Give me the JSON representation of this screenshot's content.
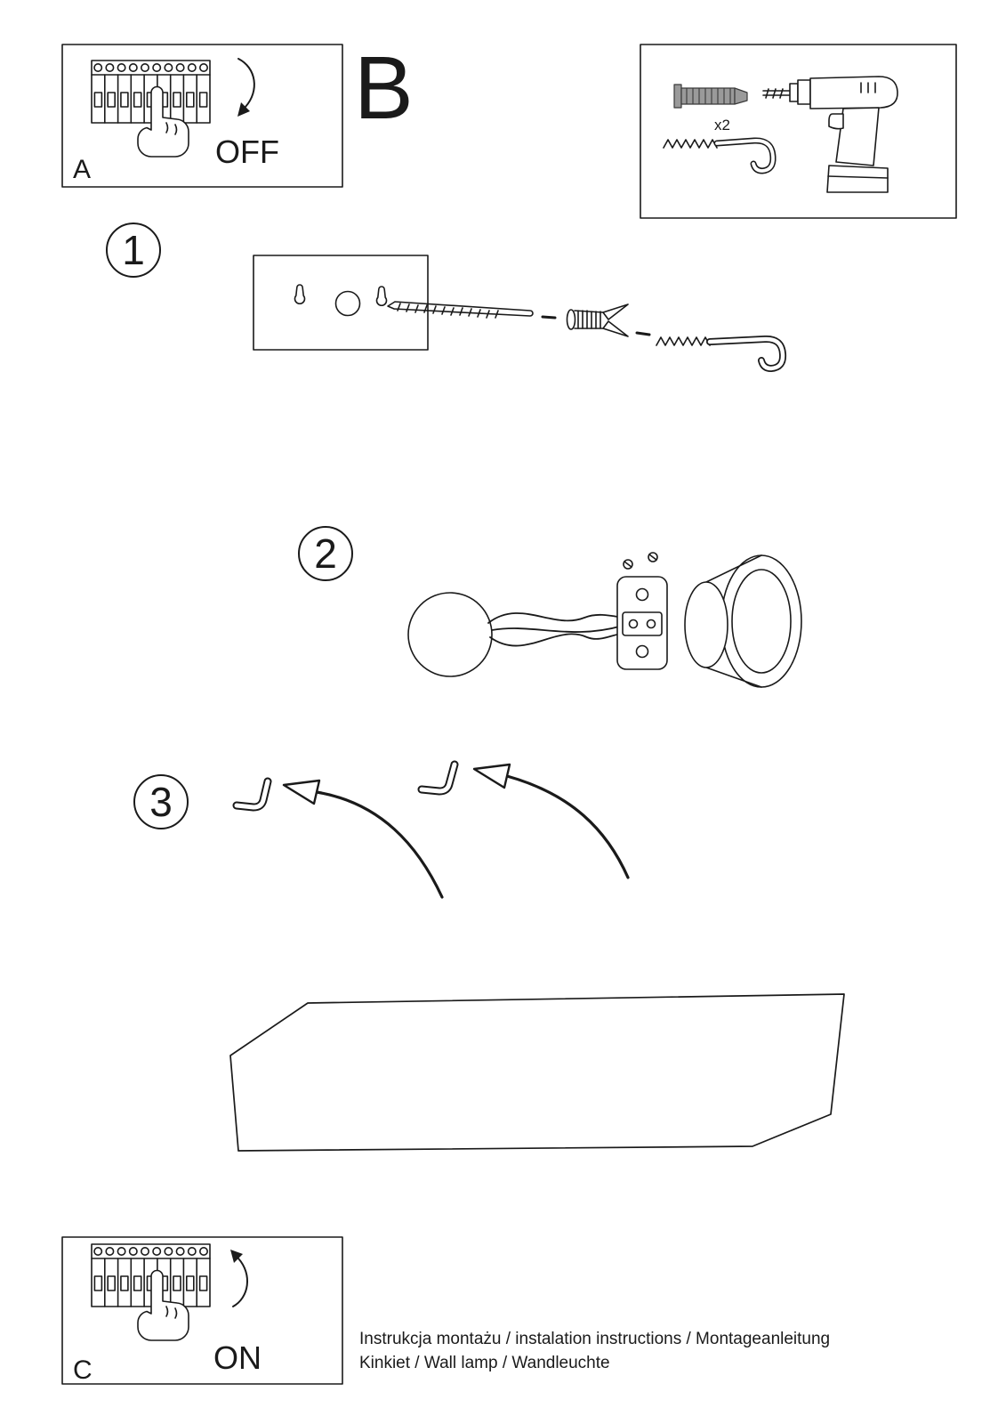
{
  "panel_a": {
    "label": "A",
    "state": "OFF"
  },
  "panel_b": {
    "label": "B"
  },
  "parts_box": {
    "anchor_quantity": "x2"
  },
  "steps": [
    {
      "number": "1"
    },
    {
      "number": "2"
    },
    {
      "number": "3"
    }
  ],
  "panel_c": {
    "label": "C",
    "state": "ON"
  },
  "footer": {
    "line1": "Instrukcja montażu / instalation instructions / Montageanleitung",
    "line2": "Kinkiet / Wall lamp / Wandleuchte"
  },
  "colors": {
    "ink": "#1a1a1a",
    "anchor_gray": "#9a9a9a"
  }
}
